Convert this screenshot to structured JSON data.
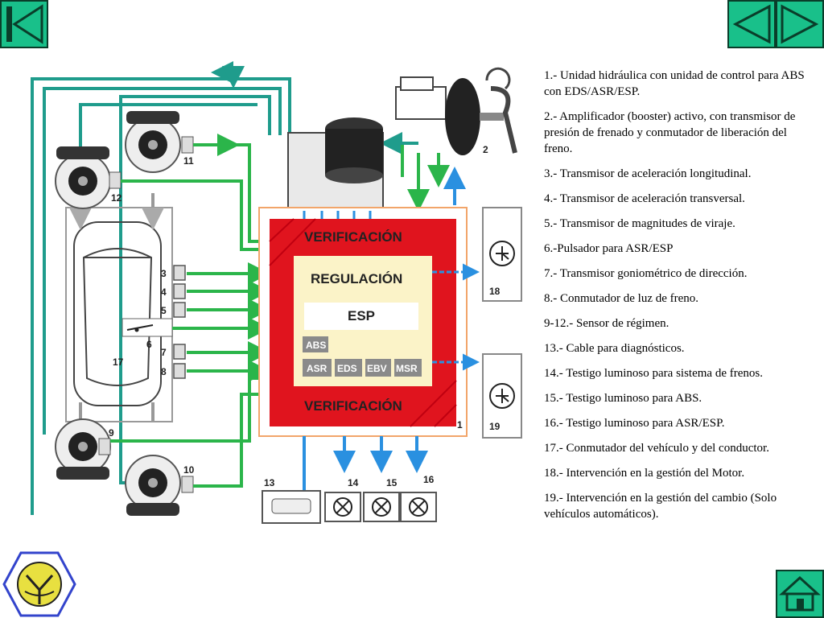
{
  "nav": {
    "first_icon": "first-slide-icon",
    "prev_icon": "previous-slide-icon",
    "next_icon": "next-slide-icon",
    "home_icon": "home-icon"
  },
  "diagram": {
    "block_labels": {
      "verification_top": "VERIFICACIÓN",
      "regulation": "REGULACIÓN",
      "esp": "ESP",
      "abs": "ABS",
      "asr": "ASR",
      "eds": "EDS",
      "ebv": "EBV",
      "msr": "MSR",
      "verification_bottom": "VERIFICACIÓN"
    },
    "numbers": {
      "n1": "1",
      "n2": "2",
      "n3": "3",
      "n4": "4",
      "n5": "5",
      "n6": "6",
      "n7": "7",
      "n8": "8",
      "n9": "9",
      "n10": "10",
      "n11": "11",
      "n12": "12",
      "n13": "13",
      "n14": "14",
      "n15": "15",
      "n16": "16",
      "n17": "17",
      "n18": "18",
      "n19": "19"
    }
  },
  "legend": [
    "1.- Unidad hidráulica con unidad de control para ABS con EDS/ASR/ESP.",
    "2.- Amplificador (booster) activo, con transmisor de presión de frenado y conmutador de liberación del freno.",
    "3.- Transmisor de aceleración longitudinal.",
    "4.- Transmisor de aceleración transversal.",
    "5.- Transmisor de magnitudes de viraje.",
    "6.-Pulsador para ASR/ESP",
    "7.- Transmisor goniométrico de dirección.",
    "8.- Conmutador de luz de freno.",
    "9-12.- Sensor de régimen.",
    "13.- Cable para diagnósticos.",
    "14.- Testigo luminoso para sistema de frenos.",
    "15.- Testigo luminoso para ABS.",
    "16.- Testigo luminoso para ASR/ESP.",
    "17.- Conmutador del vehículo y del conductor.",
    "18.- Intervención en la gestión del Motor.",
    "19.- Intervención en la gestión del cambio (Solo vehículos automáticos)."
  ],
  "colors": {
    "nav_green": "#19c08a",
    "hydraulic_teal": "#1f9c8c",
    "signal_green": "#2bb54a",
    "signal_blue": "#2a90e0",
    "verification_red": "#e0141e",
    "regulation_cream": "#fbf3c8"
  }
}
